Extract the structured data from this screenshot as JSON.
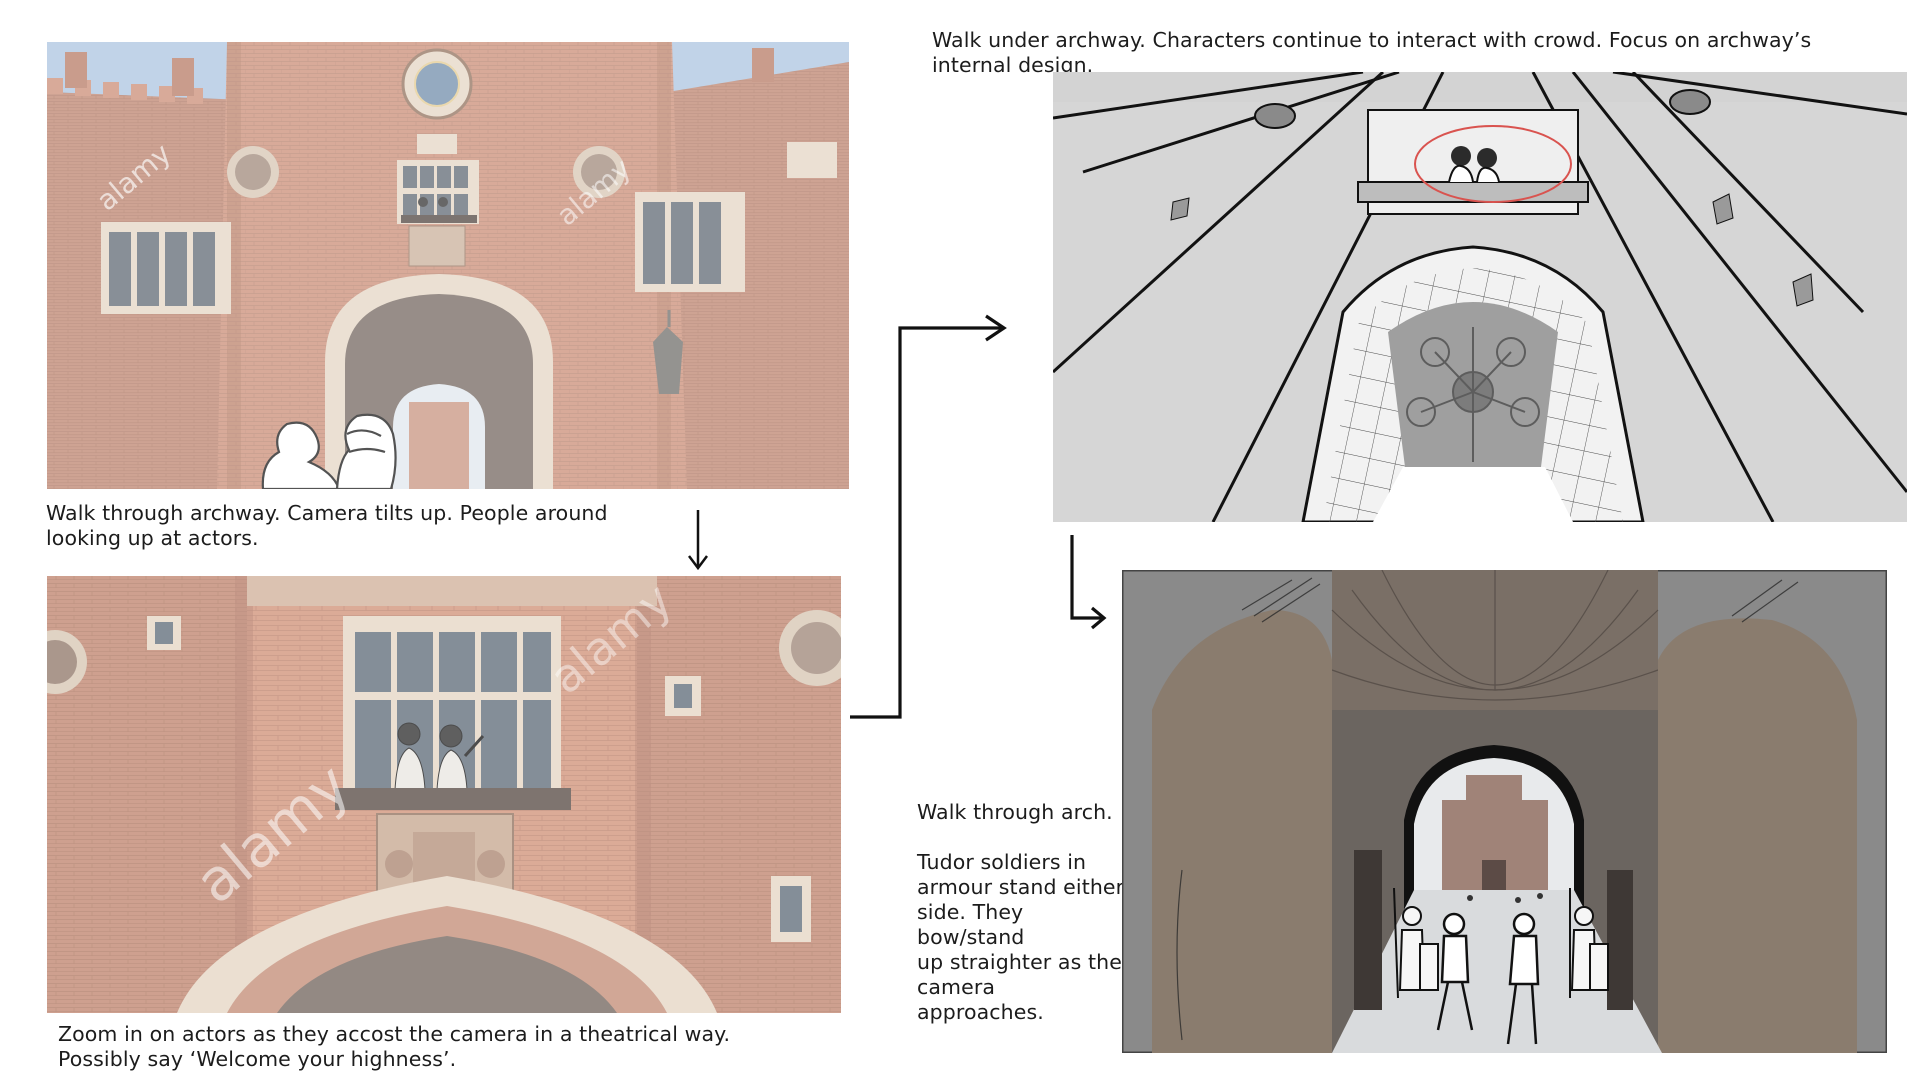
{
  "panels": [
    {
      "name": "gatehouse-tilt-up",
      "caption": "Walk through archway. Camera tilts up. People around\nlooking up at actors.",
      "watermark": "alamy"
    },
    {
      "name": "window-actors-zoom",
      "caption": "Zoom in on actors as they accost the camera in a theatrical way.\nPossibly say ‘Welcome your highness’.",
      "watermark": "alamy"
    },
    {
      "name": "archway-ceiling",
      "caption": "Walk under archway. Characters continue to interact with crowd. Focus on archway’s internal design."
    },
    {
      "name": "walk-through-arch",
      "caption": "Walk through arch.\n\nTudor soldiers in\narmour stand either\nside. They bow/stand\nup straighter as the\ncamera approaches."
    }
  ],
  "colors": {
    "brick": "#c98a72",
    "brick_dark": "#b27660",
    "stone": "#e4d4c2",
    "sky": "#a9c3df",
    "sketch_grey": "#d0d0d0",
    "mud_brown": "#8a7c6e",
    "ink": "#1a1a1a",
    "highlight_ring": "#d9534f"
  },
  "icons": [
    "arrow-down-icon",
    "arrow-right-icon",
    "arrow-elbow-icon"
  ]
}
